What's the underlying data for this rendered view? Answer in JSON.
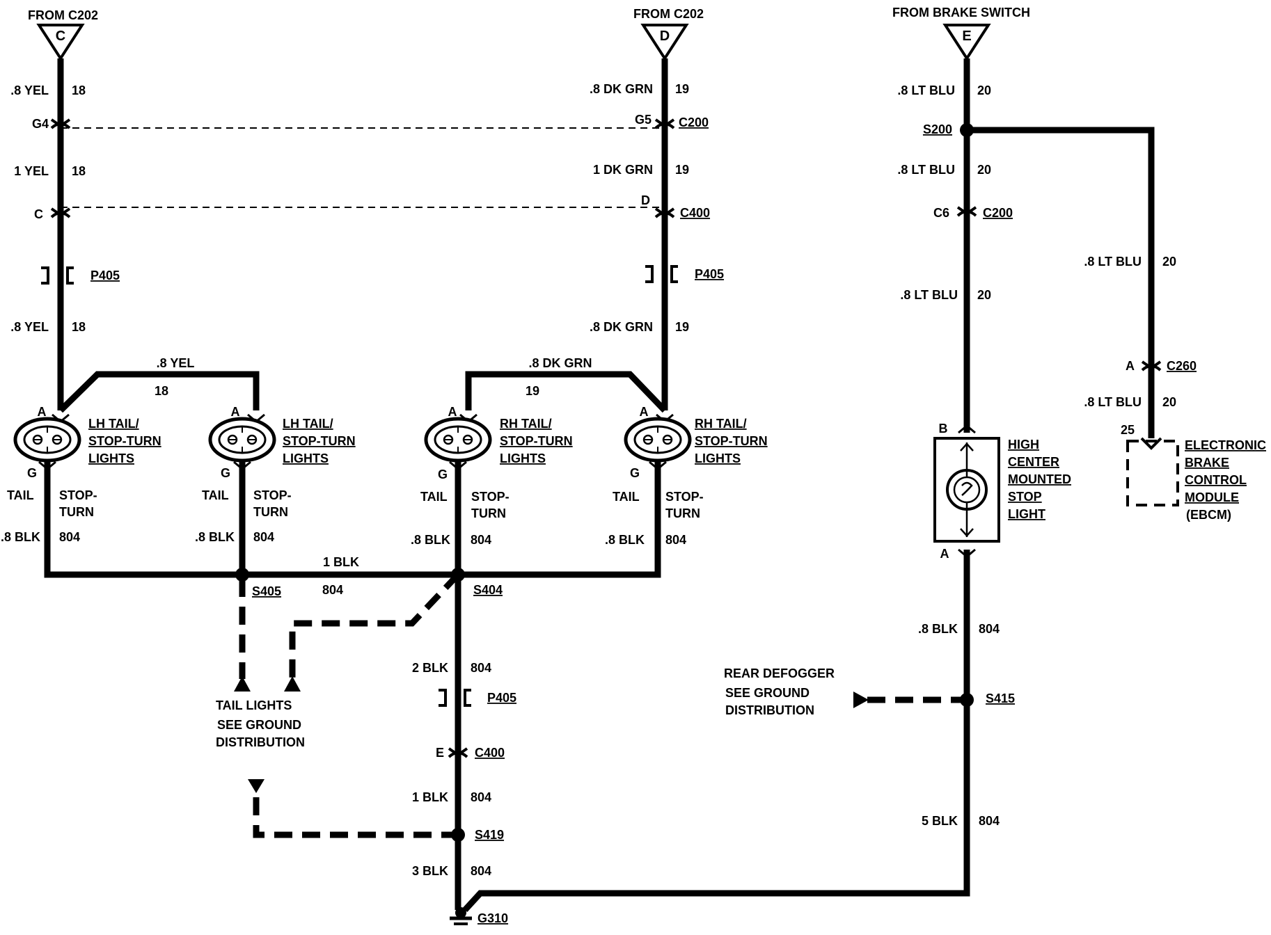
{
  "connector_sources": {
    "c": {
      "from": "FROM C202",
      "letter": "C"
    },
    "d": {
      "from": "FROM C202",
      "letter": "D"
    },
    "e": {
      "from": "FROM BRAKE SWITCH",
      "letter": "E"
    }
  },
  "yel_circuit": {
    "w1": ".8 YEL",
    "n1": "18",
    "c200_pin": "G4",
    "w2": "1 YEL",
    "n2": "18",
    "c400_pin": "C",
    "p405": "P405",
    "w3": ".8 YEL",
    "n3": "18",
    "jumper_wire": ".8 YEL",
    "jumper_num": "18"
  },
  "grn_circuit": {
    "w1": ".8 DK GRN",
    "n1": "19",
    "c200_pin": "G5",
    "c200": "C200",
    "w2": "1 DK GRN",
    "n2": "19",
    "c400_pin": "D",
    "c400": "C400",
    "p405": "P405",
    "w3": ".8 DK GRN",
    "n3": "19",
    "jumper_wire": ".8 DK GRN",
    "jumper_num": "19"
  },
  "lamps": [
    {
      "pin_top": "A",
      "pin_bottom": "G",
      "l1": "LH TAIL/",
      "l2": "STOP-TURN",
      "l3": "LIGHTS",
      "tail": "TAIL",
      "st1": "STOP-",
      "st2": "TURN",
      "wire": ".8 BLK",
      "num": "804"
    },
    {
      "pin_top": "A",
      "pin_bottom": "G",
      "l1": "LH TAIL/",
      "l2": "STOP-TURN",
      "l3": "LIGHTS",
      "tail": "TAIL",
      "st1": "STOP-",
      "st2": "TURN",
      "wire": ".8 BLK",
      "num": "804"
    },
    {
      "pin_top": "A",
      "pin_bottom": "G",
      "l1": "RH TAIL/",
      "l2": "STOP-TURN",
      "l3": "LIGHTS",
      "tail": "TAIL",
      "st1": "STOP-",
      "st2": "TURN",
      "wire": ".8 BLK",
      "num": "804"
    },
    {
      "pin_top": "A",
      "pin_bottom": "G",
      "l1": "RH TAIL/",
      "l2": "STOP-TURN",
      "l3": "LIGHTS",
      "tail": "TAIL",
      "st1": "STOP-",
      "st2": "TURN",
      "wire": ".8 BLK",
      "num": "804"
    }
  ],
  "ground_bus": {
    "s405": "S405",
    "s404": "S404",
    "bus_wire": "1 BLK",
    "bus_num": "804",
    "tail_ref1": "TAIL LIGHTS",
    "tail_ref2": "SEE GROUND",
    "tail_ref3": "DISTRIBUTION",
    "w_2blk": "2 BLK",
    "n_2blk": "804",
    "p405": "P405",
    "c400_pin": "E",
    "c400": "C400",
    "w_1blk": "1 BLK",
    "n_1blk": "804",
    "s419": "S419",
    "w_3blk": "3 BLK",
    "n_3blk": "804",
    "g310": "G310"
  },
  "brake_circuit": {
    "w1": ".8 LT BLU",
    "n1": "20",
    "s200": "S200",
    "w2": ".8 LT BLU",
    "n2": "20",
    "c200_pin": "C6",
    "c200": "C200",
    "w3": ".8 LT BLU",
    "n3": "20",
    "chmsl_pin_top": "B",
    "chmsl_pin_bottom": "A",
    "chmsl_l1": "HIGH",
    "chmsl_l2": "CENTER",
    "chmsl_l3": "MOUNTED",
    "chmsl_l4": "STOP",
    "chmsl_l5": "LIGHT",
    "w4": ".8 BLK",
    "n4": "804",
    "defog1": "REAR DEFOGGER",
    "defog2": "SEE GROUND",
    "defog3": "DISTRIBUTION",
    "s415": "S415",
    "w5": "5 BLK",
    "n5": "804"
  },
  "ebcm_branch": {
    "w1": ".8 LT BLU",
    "n1": "20",
    "c260_pin": "A",
    "c260": "C260",
    "w2": ".8 LT BLU",
    "n2": "20",
    "pin": "25",
    "l1": "ELECTRONIC",
    "l2": "BRAKE",
    "l3": "CONTROL",
    "l4": "MODULE",
    "l5": "(EBCM)"
  }
}
